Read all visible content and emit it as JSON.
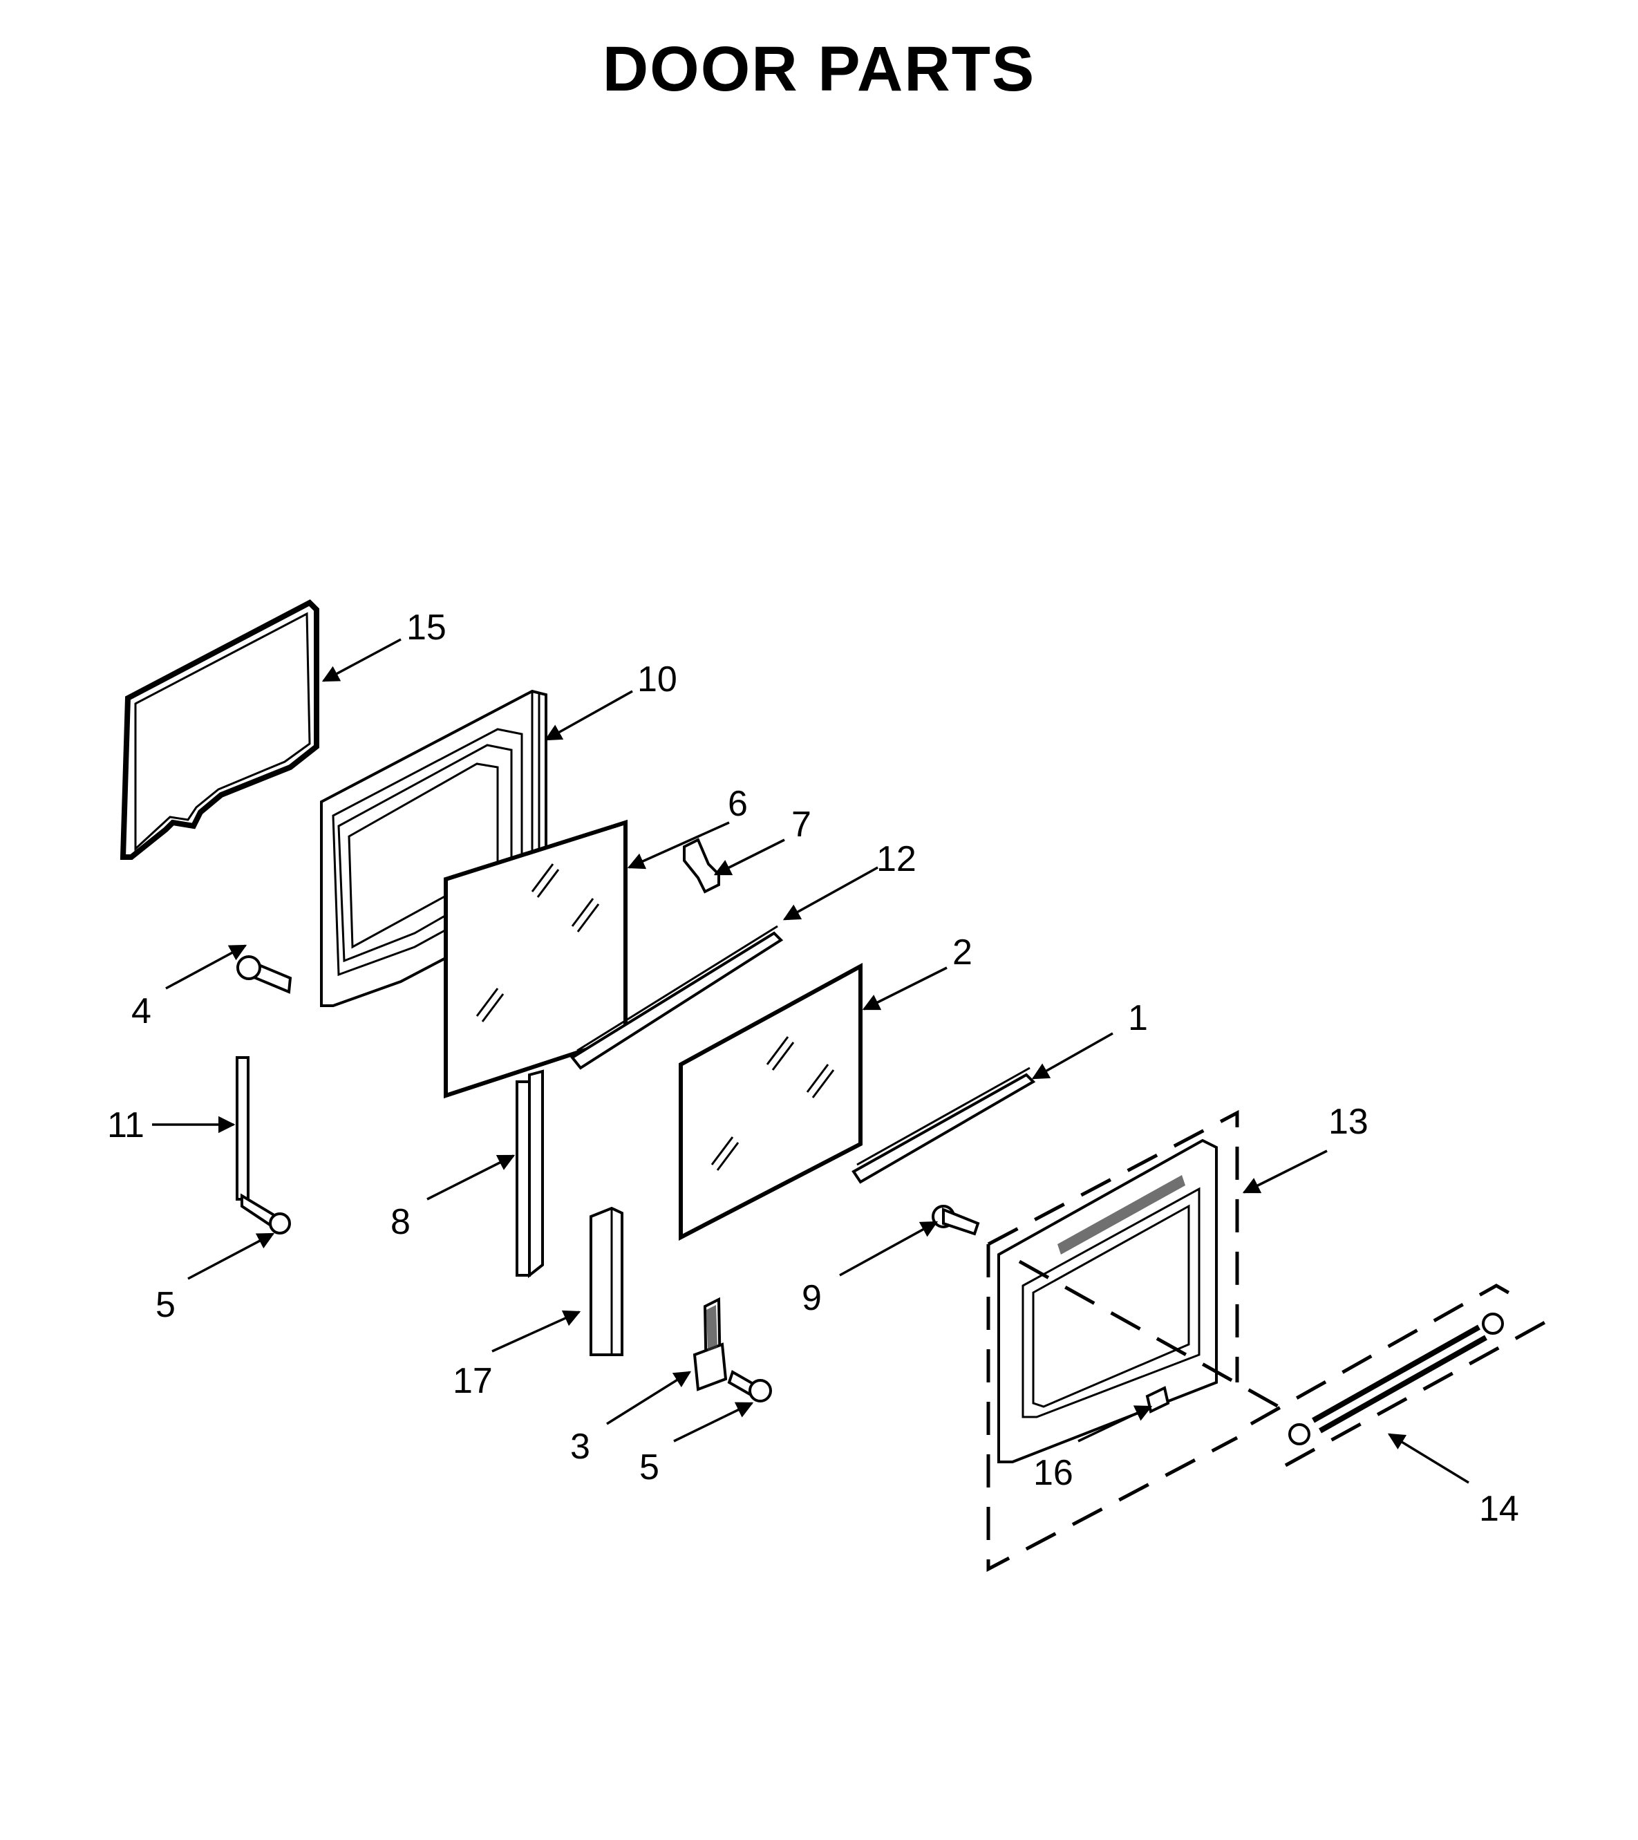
{
  "title": "DOOR PARTS",
  "callouts": [
    {
      "id": "c15",
      "label": "15"
    },
    {
      "id": "c10",
      "label": "10"
    },
    {
      "id": "c6",
      "label": "6"
    },
    {
      "id": "c7",
      "label": "7"
    },
    {
      "id": "c12",
      "label": "12"
    },
    {
      "id": "c2",
      "label": "2"
    },
    {
      "id": "c1",
      "label": "1"
    },
    {
      "id": "c13",
      "label": "13"
    },
    {
      "id": "c4",
      "label": "4"
    },
    {
      "id": "c11",
      "label": "11"
    },
    {
      "id": "c8",
      "label": "8"
    },
    {
      "id": "c5a",
      "label": "5"
    },
    {
      "id": "c17",
      "label": "17"
    },
    {
      "id": "c3",
      "label": "3"
    },
    {
      "id": "c5b",
      "label": "5"
    },
    {
      "id": "c9",
      "label": "9"
    },
    {
      "id": "c16",
      "label": "16"
    },
    {
      "id": "c14",
      "label": "14"
    }
  ]
}
